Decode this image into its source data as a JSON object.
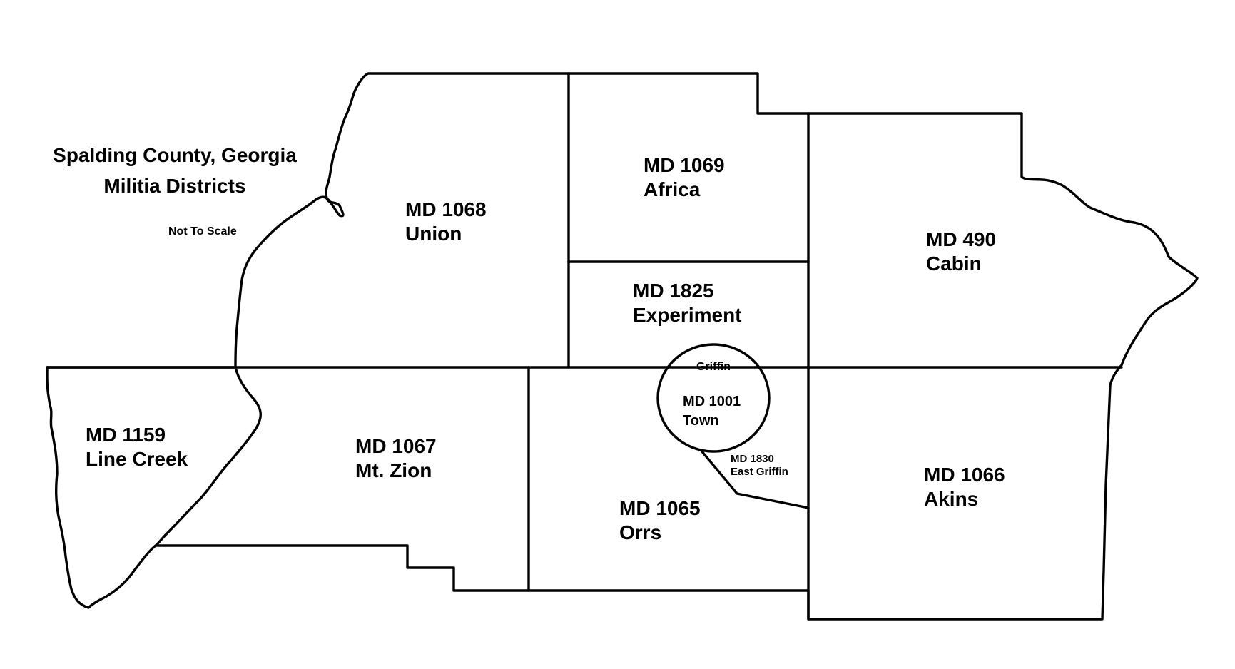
{
  "map": {
    "title_line1": "Spalding County, Georgia",
    "title_line2": "Militia Districts",
    "scale_note": "Not To Scale",
    "line_color": "#000000",
    "background_color": "#ffffff"
  },
  "districts": {
    "md1068": {
      "code": "MD 1068",
      "name": "Union"
    },
    "md1069": {
      "code": "MD 1069",
      "name": "Africa"
    },
    "md490": {
      "code": "MD 490",
      "name": "Cabin"
    },
    "md1825": {
      "code": "MD 1825",
      "name": "Experiment"
    },
    "md1159": {
      "code": "MD 1159",
      "name": "Line Creek"
    },
    "md1067": {
      "code": "MD 1067",
      "name": "Mt. Zion"
    },
    "md1065": {
      "code": "MD 1065",
      "name": "Orrs"
    },
    "md1001": {
      "code": "MD 1001",
      "name": "Town",
      "city": "Griffin"
    },
    "md1830": {
      "code": "MD 1830",
      "name": "East Griffin"
    },
    "md1066": {
      "code": "MD 1066",
      "name": "Akins"
    }
  }
}
